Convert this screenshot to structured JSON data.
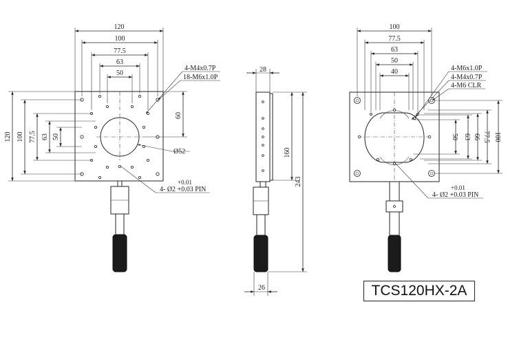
{
  "model": "TCS120HX-2A",
  "view_front": {
    "top_dims": [
      "120",
      "100",
      "77.5",
      "63",
      "50"
    ],
    "left_dims": [
      "120",
      "100",
      "77.5",
      "63",
      "50"
    ],
    "right_dim": "60",
    "callouts": [
      "4-M4x0.7P",
      "18-M6x1.0P"
    ],
    "bore": "Ø52",
    "pin_tol": "+0.01",
    "pin": "4- Ø2 +0.03 PIN"
  },
  "view_side": {
    "top_dim": "28",
    "height_dim": "160",
    "total_dim": "243",
    "bottom_dim": "26"
  },
  "view_base": {
    "top_dims": [
      "100",
      "77.5",
      "63",
      "50",
      "40"
    ],
    "right_dims": [
      "50",
      "63",
      "66",
      "77.5",
      "100"
    ],
    "callouts": [
      "4-M6x1.0P",
      "4-M4x0.7P",
      "4-M6 CLR"
    ],
    "pin_tol": "+0.01",
    "pin": "4- Ø2 +0.03 PIN"
  }
}
